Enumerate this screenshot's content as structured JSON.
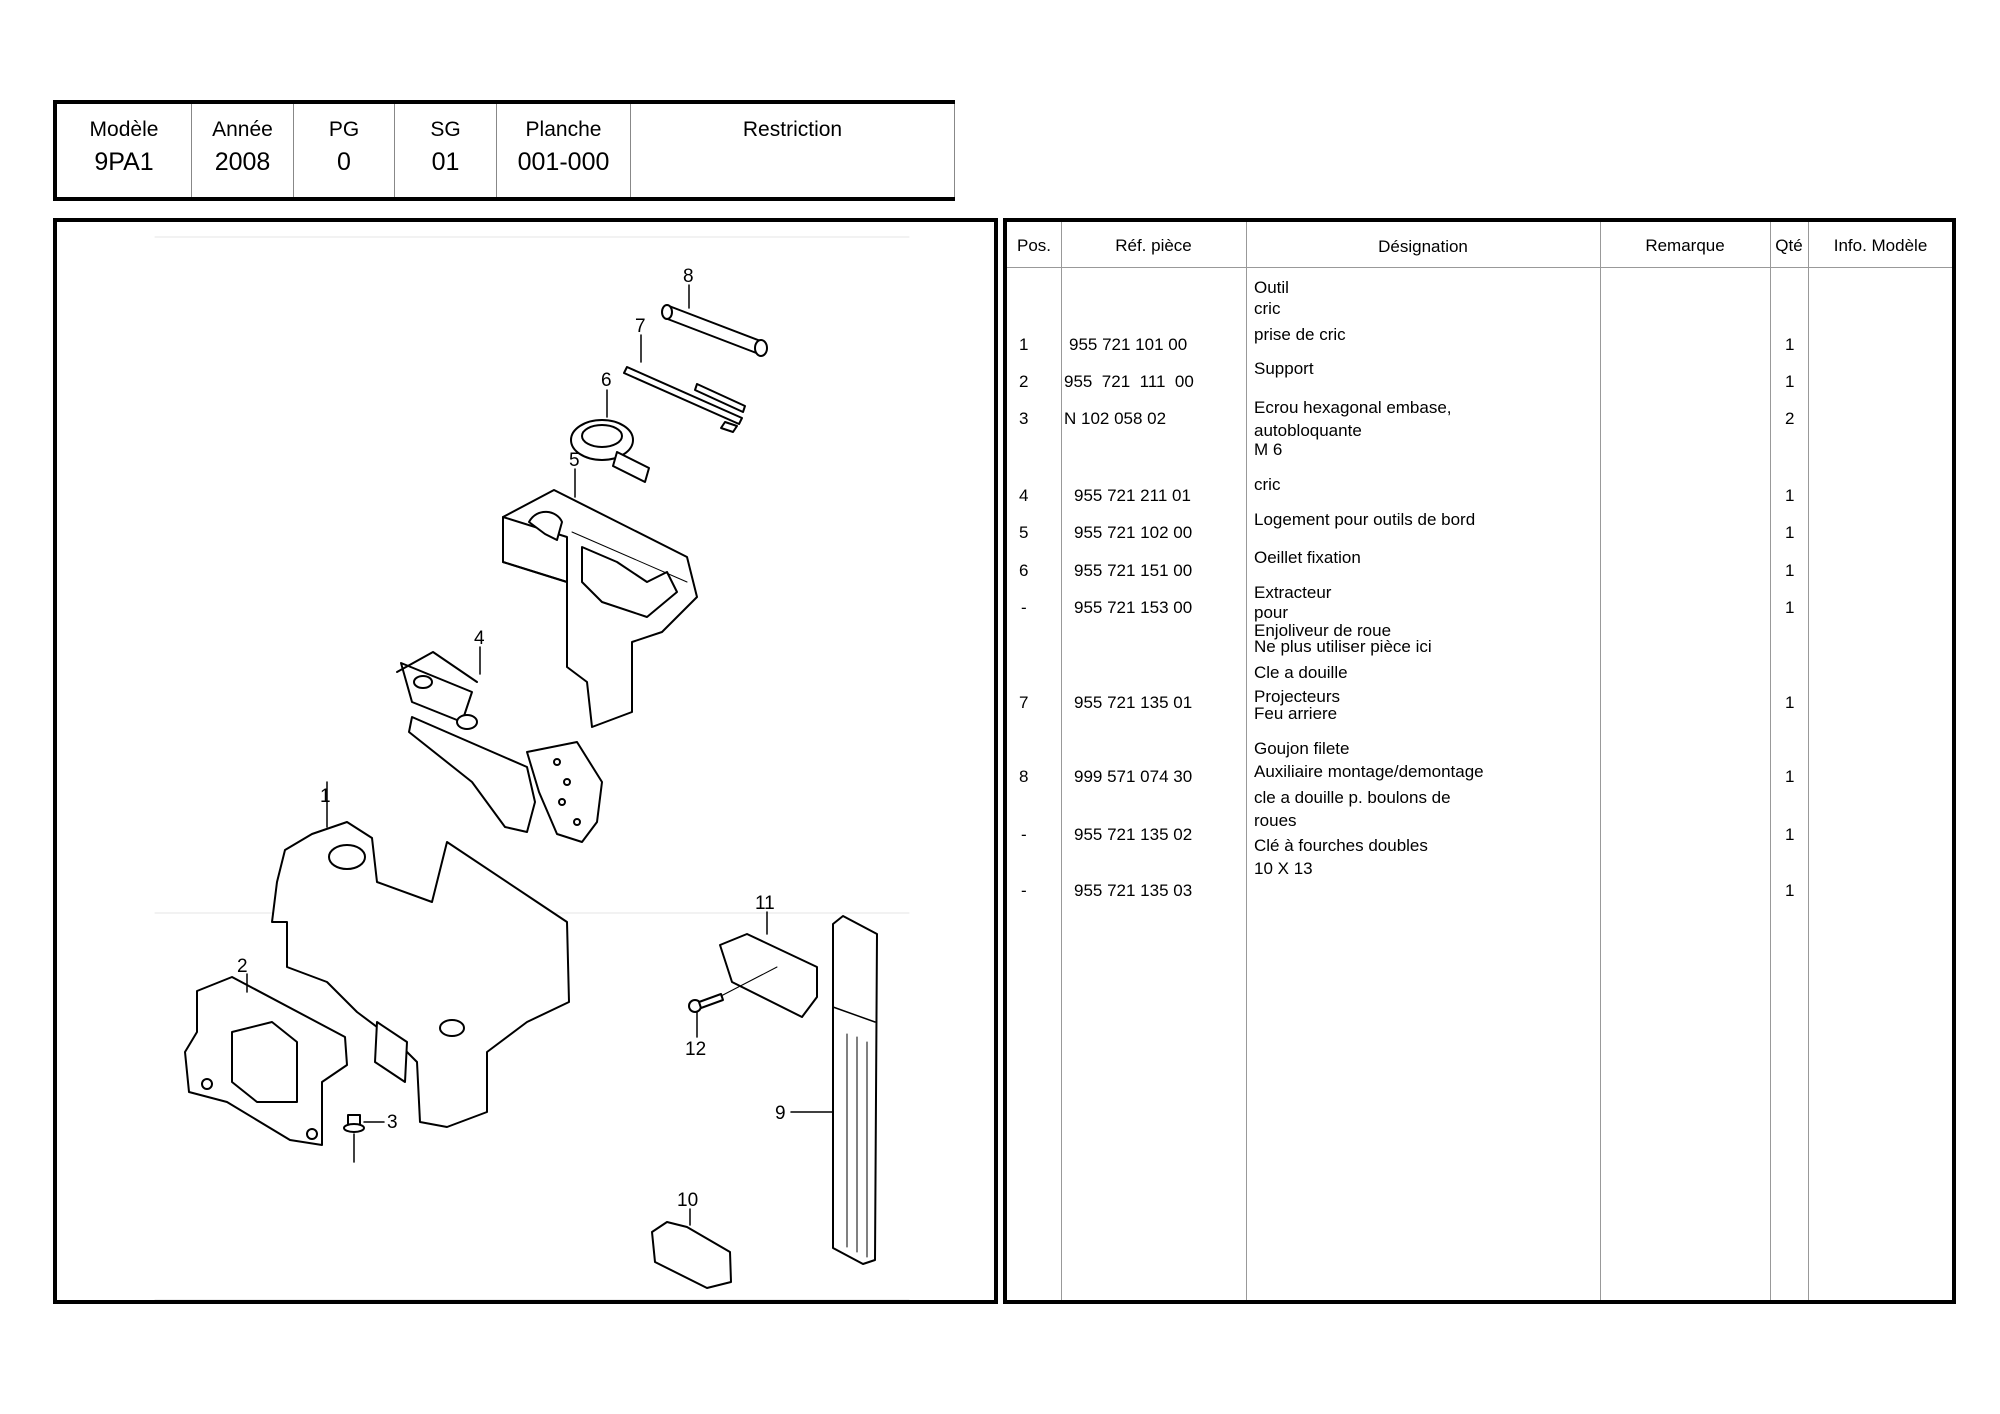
{
  "header": {
    "columns": [
      {
        "label": "Modèle",
        "value": "9PA1"
      },
      {
        "label": "Année",
        "value": "2008"
      },
      {
        "label": "PG",
        "value": "0"
      },
      {
        "label": "SG",
        "value": "01"
      },
      {
        "label": "Planche",
        "value": "001-000"
      },
      {
        "label": "Restriction",
        "value": ""
      }
    ]
  },
  "diagram": {
    "callouts": [
      "1",
      "2",
      "3",
      "4",
      "5",
      "6",
      "7",
      "8",
      "9",
      "10",
      "11",
      "12"
    ]
  },
  "parts_table": {
    "headers": {
      "pos": "Pos.",
      "ref": "Réf. pièce",
      "designation": "Désignation",
      "remarque": "Remarque",
      "qte": "Qté",
      "info": "Info. Modèle"
    },
    "rows": [
      {
        "pos": "1",
        "ref": "955 721 101 00",
        "qte": "1"
      },
      {
        "pos": "2",
        "ref": "955  721  111  00",
        "qte": "1"
      },
      {
        "pos": "3",
        "ref": "N 102 058 02",
        "qte": "2"
      },
      {
        "pos": "4",
        "ref": "955 721 211 01",
        "qte": "1"
      },
      {
        "pos": "5",
        "ref": "955 721 102 00",
        "qte": "1"
      },
      {
        "pos": "6",
        "ref": "955 721 151 00",
        "qte": "1"
      },
      {
        "pos": "-",
        "ref": "955 721 153 00",
        "qte": "1"
      },
      {
        "pos": "7",
        "ref": "955 721 135 01",
        "qte": "1"
      },
      {
        "pos": "8",
        "ref": "999 571 074 30",
        "qte": "1"
      },
      {
        "pos": "-",
        "ref": "955 721 135 02",
        "qte": "1"
      },
      {
        "pos": "-",
        "ref": "955 721 135 03",
        "qte": "1"
      }
    ],
    "designation_lines": [
      "Outil",
      "cric",
      "prise de cric",
      "Support",
      "Ecrou hexagonal embase,",
      "autobloquante",
      "M 6",
      "cric",
      "Logement pour outils de bord",
      "Oeillet fixation",
      "Extracteur",
      "pour",
      "Enjoliveur de roue",
      "Ne plus utiliser pièce ici",
      "Cle a douille",
      "Projecteurs",
      "Feu arriere",
      "Goujon filete",
      "Auxiliaire montage/demontage",
      "cle a douille p. boulons de",
      "roues",
      "Clé à fourches doubles",
      "10 X 13"
    ]
  }
}
